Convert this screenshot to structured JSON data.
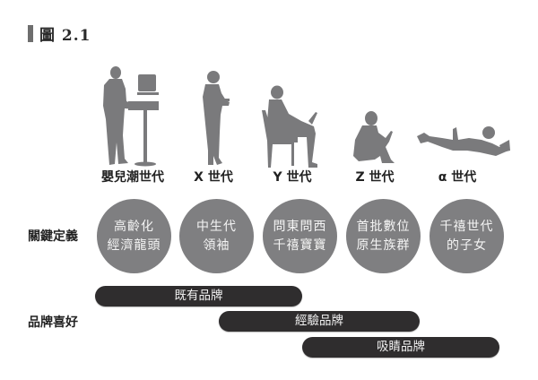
{
  "figure": {
    "label": "圖 2.1",
    "accent_bar_color": "#6e6e6e"
  },
  "generations": [
    {
      "id": "boomer",
      "label": "嬰兒潮世代",
      "icon": "person-standing-desk-computer-icon",
      "definition": [
        "高齡化",
        "經濟龍頭"
      ]
    },
    {
      "id": "x",
      "label": "X 世代",
      "icon": "person-standing-phone-icon",
      "definition": [
        "中生代",
        "領袖"
      ]
    },
    {
      "id": "y",
      "label": "Y 世代",
      "icon": "person-sitting-chair-laptop-icon",
      "definition": [
        "問東問西",
        "千禧寶寶"
      ]
    },
    {
      "id": "z",
      "label": "Z 世代",
      "icon": "person-sitting-floor-phone-icon",
      "definition": [
        "首批數位",
        "原生族群"
      ]
    },
    {
      "id": "alpha",
      "label": "α 世代",
      "icon": "child-lying-tablet-icon",
      "definition": [
        "千禧世代",
        "的子女"
      ]
    }
  ],
  "rows": {
    "definition_label": "關鍵定義",
    "brand_label": "品牌喜好"
  },
  "brand_preferences": [
    {
      "label": "既有品牌",
      "span": "嬰兒潮世代 – Y 世代"
    },
    {
      "label": "經驗品牌",
      "span": "X 世代 – Z 世代"
    },
    {
      "label": "吸睛品牌",
      "span": "Y 世代 – α 世代"
    }
  ],
  "colors": {
    "silhouette": "#7a7a7c",
    "circle": "#7f7f81",
    "pill": "#2f2d2e",
    "text": "#222222"
  }
}
